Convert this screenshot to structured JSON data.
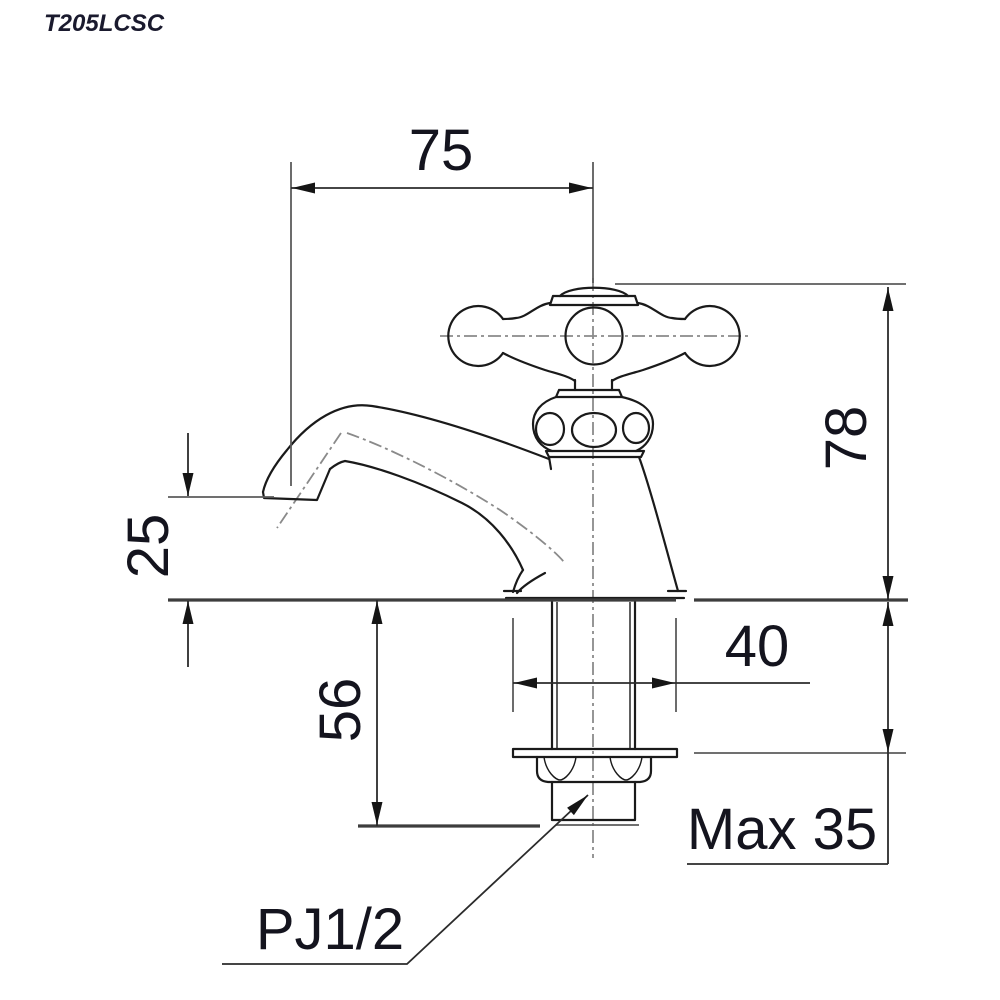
{
  "title": "T205LCSC",
  "dimensions": {
    "spout_reach": "75",
    "body_height_above_deck": "78",
    "outlet_height_above_deck": "25",
    "shank_length_below_deck": "56",
    "flange_width": "40",
    "max_deck_thickness": "Max 35",
    "thread_size": "PJ1/2"
  },
  "colors": {
    "outline": "#1a1a1a",
    "dimension_line": "#2b2b2b",
    "extension_line": "#5c5c5c",
    "centerline": "#8a8a8a",
    "text": "#14141e",
    "background": "#ffffff"
  }
}
